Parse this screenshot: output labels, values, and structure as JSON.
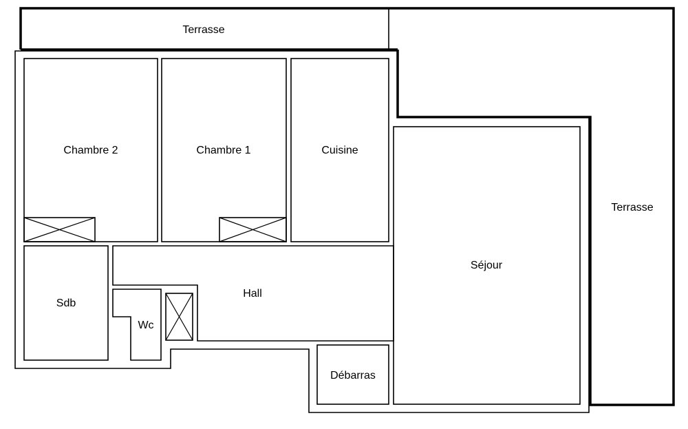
{
  "plan": {
    "rooms": {
      "terrasse_top": "Terrasse",
      "terrasse_right": "Terrasse",
      "chambre2": "Chambre 2",
      "chambre1": "Chambre 1",
      "cuisine": "Cuisine",
      "sejour": "Séjour",
      "sdb": "Sdb",
      "hall": "Hall",
      "wc": "Wc",
      "debarras": "Débarras"
    }
  }
}
